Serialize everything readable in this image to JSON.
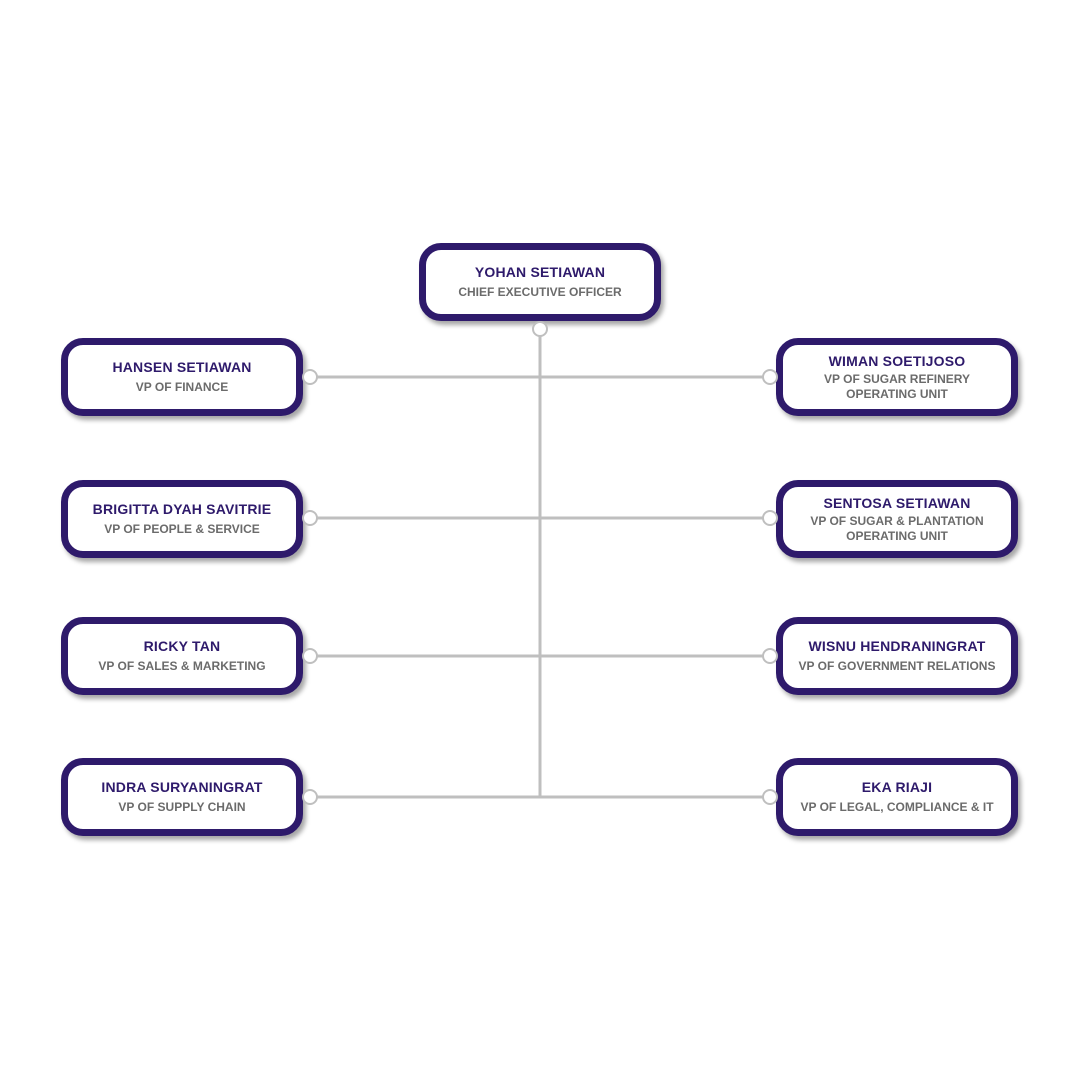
{
  "chart": {
    "ceo": {
      "name": "YOHAN SETIAWAN",
      "title": "CHIEF EXECUTIVE OFFICER"
    },
    "left": [
      {
        "name": "HANSEN SETIAWAN",
        "title": "VP OF FINANCE"
      },
      {
        "name": "BRIGITTA DYAH SAVITRIE",
        "title": "VP OF PEOPLE & SERVICE"
      },
      {
        "name": "RICKY TAN",
        "title": "VP OF SALES & MARKETING"
      },
      {
        "name": "INDRA SURYANINGRAT",
        "title": "VP OF SUPPLY CHAIN"
      }
    ],
    "right": [
      {
        "name": "WIMAN SOETIJOSO",
        "title_line1": "VP OF SUGAR REFINERY",
        "title_line2": "OPERATING UNIT"
      },
      {
        "name": "SENTOSA SETIAWAN",
        "title_line1": "VP OF SUGAR & PLANTATION",
        "title_line2": "OPERATING UNIT"
      },
      {
        "name": "WISNU HENDRANINGRAT",
        "title": "VP OF GOVERNMENT RELATIONS"
      },
      {
        "name": "EKA RIAJI",
        "title": "VP OF LEGAL, COMPLIANCE & IT"
      }
    ]
  },
  "colors": {
    "border": "#2e1a6b",
    "name": "#2e1a6b",
    "title": "#6b6b6b",
    "connector": "#bfbfbf"
  }
}
